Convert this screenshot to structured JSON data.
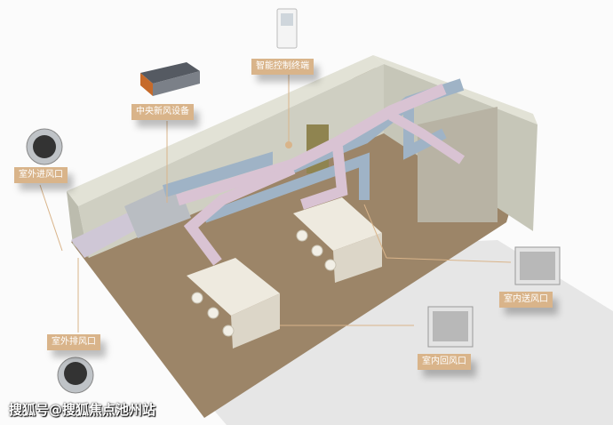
{
  "labels": {
    "control_terminal": "智能控制终端",
    "central_unit": "中央新风设备",
    "outdoor_intake": "室外进风口",
    "outdoor_exhaust": "室外排风口",
    "indoor_supply": "室内送风口",
    "indoor_return": "室内回风口"
  },
  "watermark": "搜狐号@搜狐焦点池州站",
  "colors": {
    "label_bg": "#d9b48a",
    "floor": "#9c8568",
    "wall": "#d8d8cc",
    "supply_duct": "#d9c3d3",
    "return_duct": "#9fb3c6"
  }
}
